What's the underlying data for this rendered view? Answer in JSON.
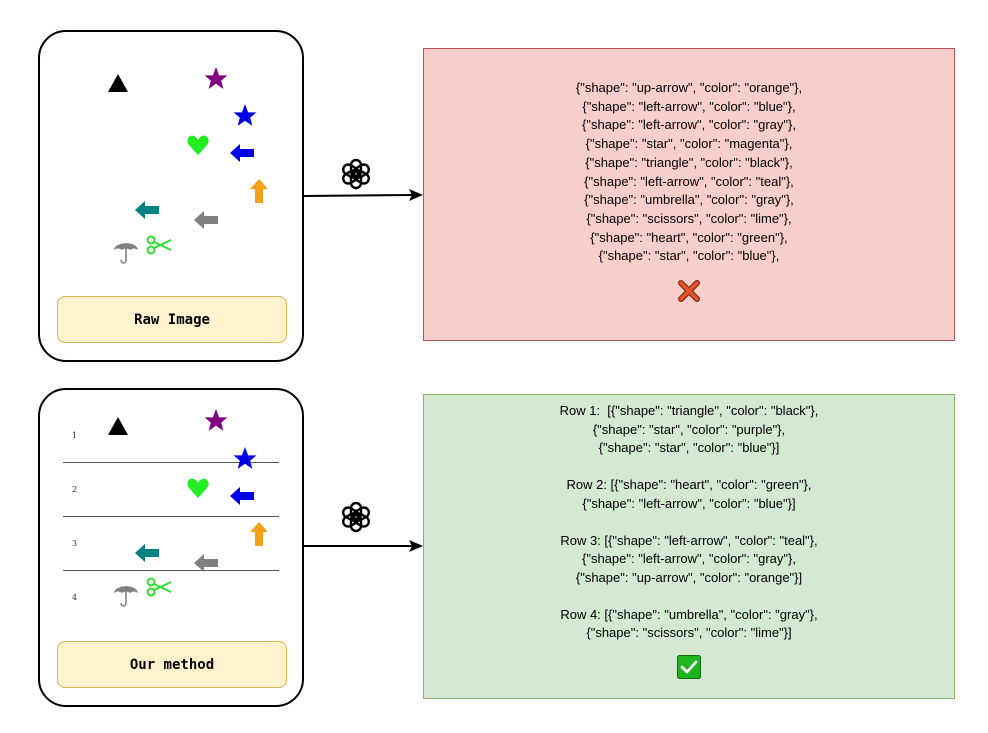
{
  "top": {
    "card_label": "Raw Image",
    "output_lines": [
      "{\"shape\": \"up-arrow\", \"color\": \"orange\"},",
      "{\"shape\": \"left-arrow\", \"color\": \"blue\"},",
      "{\"shape\": \"left-arrow\", \"color\": \"gray\"},",
      "{\"shape\": \"star\", \"color\": \"magenta\"},",
      "{\"shape\": \"triangle\", \"color\": \"black\"},",
      "{\"shape\": \"left-arrow\", \"color\": \"teal\"},",
      "{\"shape\": \"umbrella\", \"color\": \"gray\"},",
      "{\"shape\": \"scissors\", \"color\": \"lime\"},",
      "{\"shape\": \"heart\", \"color\": \"green\"},",
      "{\"shape\": \"star\", \"color\": \"blue\"},"
    ],
    "result_icon": "cross-mark-icon",
    "result_color": "#e8532c"
  },
  "bottom": {
    "card_label": "Our method",
    "row_numbers": [
      "1",
      "2",
      "3",
      "4"
    ],
    "rows": [
      [
        "Row 1:  [{\"shape\": \"triangle\", \"color\": \"black\"},",
        "{\"shape\": \"star\", \"color\": \"purple\"},",
        "{\"shape\": \"star\", \"color\": \"blue\"}]"
      ],
      [
        "Row 2: [{\"shape\": \"heart\", \"color\": \"green\"},",
        "{\"shape\": \"left-arrow\", \"color\": \"blue\"}]"
      ],
      [
        "Row 3: [{\"shape\": \"left-arrow\", \"color\": \"teal\"},",
        "{\"shape\": \"left-arrow\", \"color\": \"gray\"},",
        "{\"shape\": \"up-arrow\", \"color\": \"orange\"}]"
      ],
      [
        "Row 4: [{\"shape\": \"umbrella\", \"color\": \"gray\"},",
        "{\"shape\": \"scissors\", \"color\": \"lime\"}]"
      ]
    ],
    "result_icon": "check-mark-icon",
    "result_color": "#1fb51f"
  },
  "colors": {
    "red_panel": "#f8cecc",
    "green_panel": "#d5e8d4",
    "label_fill": "#fff2cc",
    "black": "#000000",
    "purple": "#800080",
    "blue": "#0000e6",
    "green": "#22ee22",
    "orange": "#f5a01a",
    "teal": "#008080",
    "gray": "#808080",
    "lime": "#33dd33"
  },
  "icons": [
    "openai-logo-icon",
    "triangle-icon",
    "star-icon",
    "heart-icon",
    "left-arrow-icon",
    "up-arrow-icon",
    "umbrella-icon",
    "scissors-icon"
  ]
}
